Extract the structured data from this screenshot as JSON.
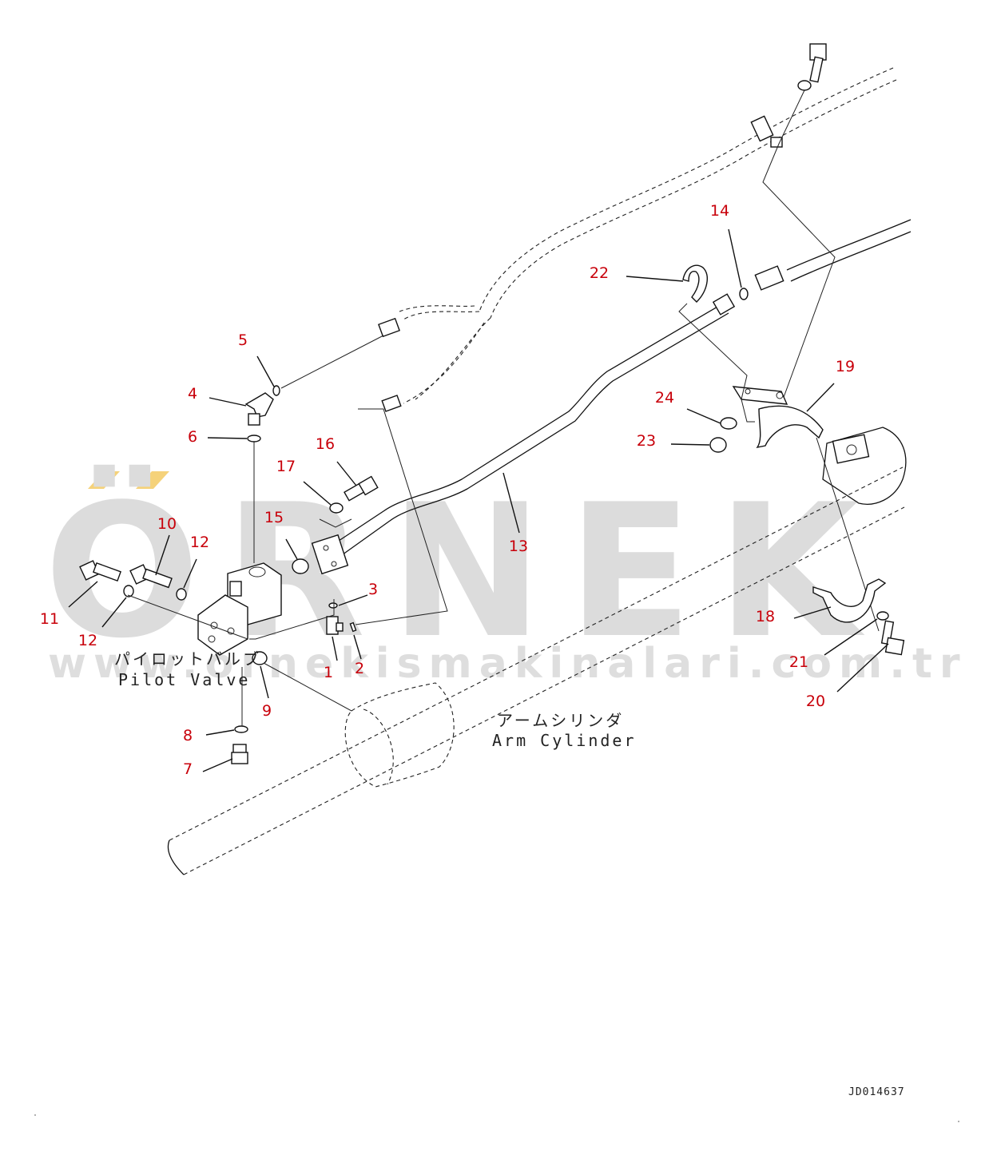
{
  "watermark": {
    "brand": "ÖRNEK",
    "url": "www.ornekismakinalari.com.tr",
    "accent_color": "#f5d27a"
  },
  "labels": {
    "pilot_valve_jp": "パイロットバルブ",
    "pilot_valve_en": "Pilot Valve",
    "arm_cylinder_jp": "アームシリンダ",
    "arm_cylinder_en": "Arm Cylinder"
  },
  "document_id": "JD014637",
  "callouts": [
    {
      "id": "c1",
      "text": "1"
    },
    {
      "id": "c2",
      "text": "2"
    },
    {
      "id": "c3",
      "text": "3"
    },
    {
      "id": "c4",
      "text": "4"
    },
    {
      "id": "c5",
      "text": "5"
    },
    {
      "id": "c6",
      "text": "6"
    },
    {
      "id": "c7",
      "text": "7"
    },
    {
      "id": "c8",
      "text": "8"
    },
    {
      "id": "c9",
      "text": "9"
    },
    {
      "id": "c10",
      "text": "10"
    },
    {
      "id": "c11",
      "text": "11"
    },
    {
      "id": "c12a",
      "text": "12"
    },
    {
      "id": "c12b",
      "text": "12"
    },
    {
      "id": "c13",
      "text": "13"
    },
    {
      "id": "c14",
      "text": "14"
    },
    {
      "id": "c15",
      "text": "15"
    },
    {
      "id": "c16",
      "text": "16"
    },
    {
      "id": "c17",
      "text": "17"
    },
    {
      "id": "c18",
      "text": "18"
    },
    {
      "id": "c19",
      "text": "19"
    },
    {
      "id": "c20",
      "text": "20"
    },
    {
      "id": "c21",
      "text": "21"
    },
    {
      "id": "c22",
      "text": "22"
    },
    {
      "id": "c23",
      "text": "23"
    },
    {
      "id": "c24",
      "text": "24"
    }
  ],
  "colors": {
    "callout": "#c8000a",
    "line": "#111111",
    "watermark": "#dcdcdc"
  }
}
